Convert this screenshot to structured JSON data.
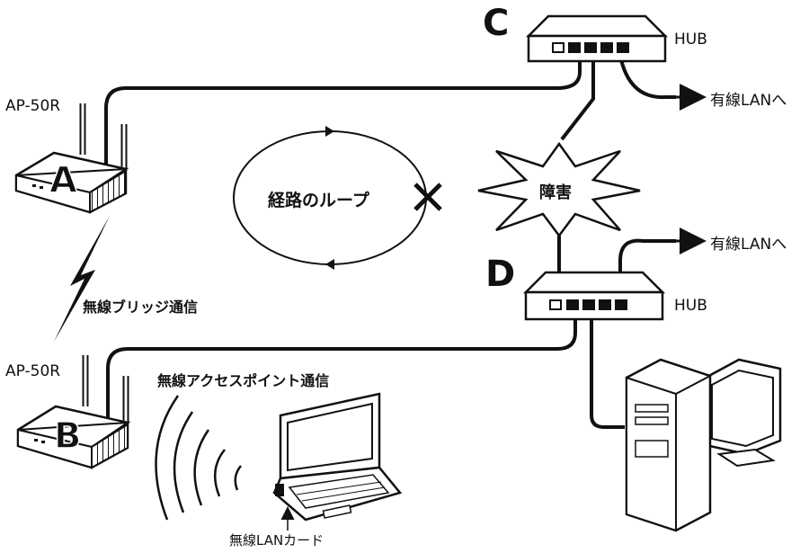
{
  "devices": {
    "ap_a": {
      "model": "AP-50R",
      "letter": "A"
    },
    "ap_b": {
      "model": "AP-50R",
      "letter": "B"
    },
    "hub_c": {
      "letter": "C",
      "label": "HUB",
      "uplink": "有線LANへ"
    },
    "hub_d": {
      "letter": "D",
      "label": "HUB",
      "uplink": "有線LANへ"
    }
  },
  "labels": {
    "wireless_bridge": "無線ブリッジ通信",
    "wireless_ap": "無線アクセスポイント通信",
    "loop": "経路のループ",
    "fault": "障害",
    "lan_card": "無線LANカード"
  },
  "icons": [
    "access-point-icon",
    "hub-icon",
    "computer-icon",
    "laptop-icon",
    "lightning-icon",
    "wifi-waves-icon",
    "explosion-icon",
    "cross-icon",
    "arrow-icon"
  ],
  "colors": {
    "line": "#111111",
    "device_fill": "#ffffff"
  }
}
